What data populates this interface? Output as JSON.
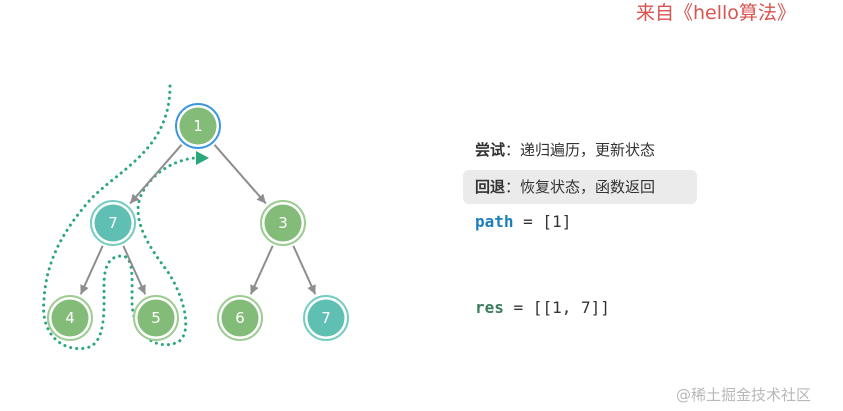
{
  "caption": "来自《hello算法》",
  "tree": {
    "nodes": [
      {
        "id": "n1",
        "label": "1",
        "state": "current"
      },
      {
        "id": "n7a",
        "label": "7",
        "state": "selected"
      },
      {
        "id": "n3",
        "label": "3",
        "state": "normal"
      },
      {
        "id": "n4",
        "label": "4",
        "state": "normal"
      },
      {
        "id": "n5",
        "label": "5",
        "state": "normal"
      },
      {
        "id": "n6",
        "label": "6",
        "state": "normal"
      },
      {
        "id": "n7b",
        "label": "7",
        "state": "selected"
      }
    ],
    "edges": [
      [
        "n1",
        "n7a"
      ],
      [
        "n1",
        "n3"
      ],
      [
        "n7a",
        "n4"
      ],
      [
        "n7a",
        "n5"
      ],
      [
        "n3",
        "n6"
      ],
      [
        "n3",
        "n7b"
      ]
    ],
    "colors": {
      "normal_fill": "#83bb78",
      "normal_ring": "#9dcc92",
      "selected_fill": "#5ebfb2",
      "selected_ring": "#76ccc1",
      "current_ring": "#3d96e3",
      "edge": "#8e8e8e",
      "traversal": "#2aa77b"
    }
  },
  "legend": {
    "try_label": "尝试",
    "try_text": "：递归遍历，更新状态",
    "undo_label": "回退",
    "undo_text": "：恢复状态，函数返回"
  },
  "path_line": {
    "name": "path",
    "value": " = [1]"
  },
  "res_line": {
    "name": "res",
    "value": " = [[1, 7]]"
  },
  "watermark": "@稀土掘金技术社区"
}
